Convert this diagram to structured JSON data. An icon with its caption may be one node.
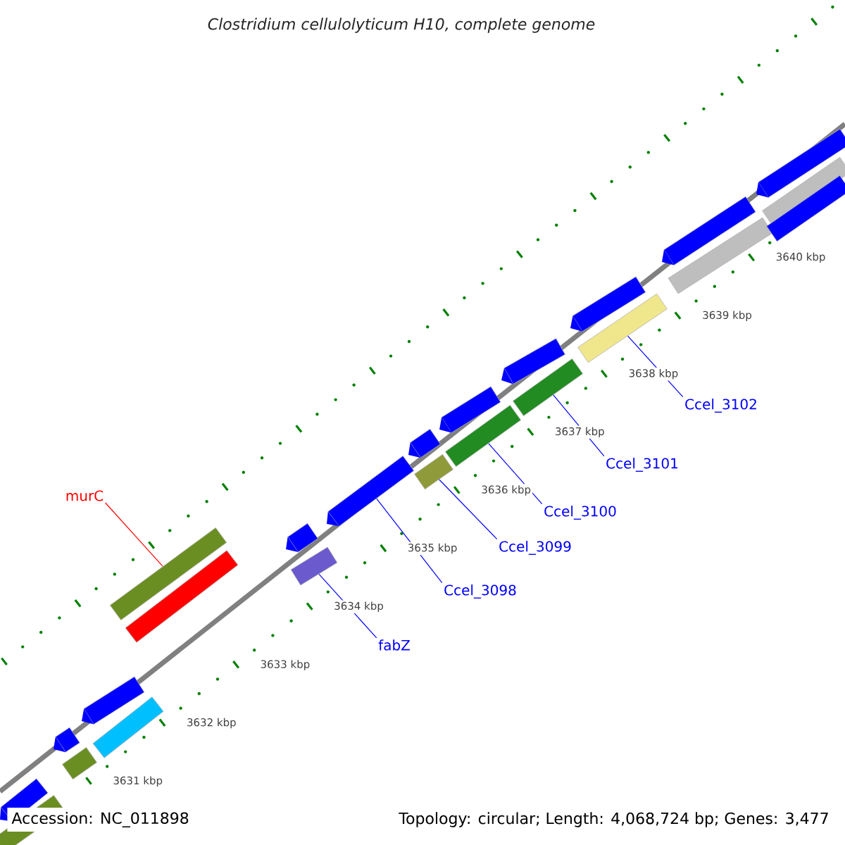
{
  "diagram": {
    "title": "Clostridium cellulolyticum H10, complete genome",
    "nodes": [
      {
        "text": [
          "murC"
        ]
      },
      {
        "text": [],
        "shape": "bar"
      },
      {
        "text": [
          "fabZ"
        ]
      },
      {
        "text": [],
        "shape": "bar"
      },
      {
        "text": [
          "Ccel_3098"
        ]
      },
      {
        "text": [],
        "shape": "bar"
      },
      {
        "text": [
          "Ccel_3099"
        ]
      },
      {
        "text": [],
        "shape": "bar"
      },
      {
        "text": [
          "Ccel_3100"
        ]
      },
      {
        "text": [],
        "shape": "bar"
      },
      {
        "text": [
          "Ccel_3101"
        ]
      },
      {
        "text": [],
        "shape": "bar"
      },
      {
        "text": [
          "Ccel_3102"
        ]
      },
      {
        "text": [],
        "shape": "bar"
      },
      {
        "text": [],
        "shape": "bar"
      },
      {
        "text": [],
        "shape": "bar"
      },
      {
        "text": [],
        "shape": "bar"
      },
      {
        "text": [],
        "shape": "bar"
      },
      {
        "text": [],
        "shape": "bar"
      },
      {
        "text": [],
        "shape": "bar"
      },
      {
        "text": [],
        "shape": "bar"
      },
      {
        "text": [],
        "shape": "bar"
      },
      {
        "text": [],
        "shape": "bar"
      },
      {
        "text": [],
        "shape": "bar"
      },
      {
        "text": [],
        "shape": "bar"
      },
      {
        "text": [],
        "shape": "bar"
      },
      {
        "text": [],
        "shape": "bar"
      },
      {
        "text": [],
        "shape": "bar"
      },
      {
        "text": [],
        "shape": "bar"
      },
      {
        "text": [],
        "shape": "bar"
      },
      {
        "text": [],
        "shape": "bar"
      }
    ],
    "edges": [
      {
        "from": 0,
        "to": 1,
        "arrow": "none",
        "color": "#ff0000"
      },
      {
        "from": 2,
        "to": 3,
        "arrow": "none"
      },
      {
        "from": 4,
        "to": 5,
        "arrow": "none"
      },
      {
        "from": 6,
        "to": 7,
        "arrow": "none"
      },
      {
        "from": 8,
        "to": 9,
        "arrow": "none"
      },
      {
        "from": 10,
        "to": 11,
        "arrow": "none"
      },
      {
        "from": 12,
        "to": 13,
        "arrow": "none"
      }
    ],
    "labels": [
      "3640 kbp",
      "3639 kbp",
      "3638 kbp",
      "3637 kbp",
      "3636 kbp",
      "3635 kbp",
      "3634 kbp",
      "3633 kbp",
      "3632 kbp",
      "3631 kbp",
      "Accession: NC_011898",
      "Topology: circular; Length: 4,068,724 bp; Genes: 3,477"
    ]
  }
}
